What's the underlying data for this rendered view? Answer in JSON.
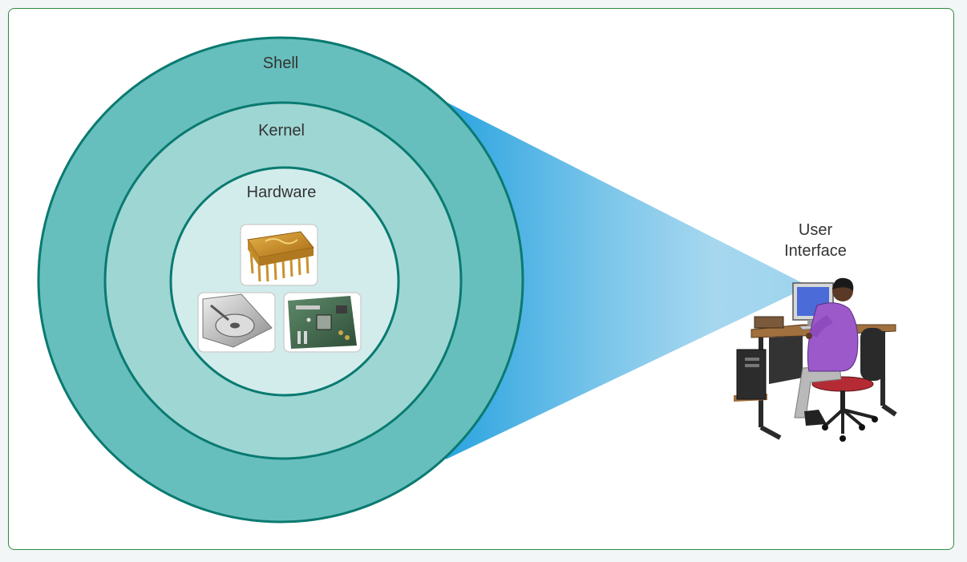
{
  "diagram": {
    "layers": [
      {
        "id": "shell",
        "label": "Shell"
      },
      {
        "id": "kernel",
        "label": "Kernel"
      },
      {
        "id": "hardware",
        "label": "Hardware"
      }
    ],
    "user_interface": {
      "line1": "User",
      "line2": "Interface"
    },
    "colors": {
      "shell_fill": "#67bfbd",
      "kernel_fill": "#9ed6d4",
      "hardware_fill": "#d2ecec",
      "ring_stroke": "#0a7a70",
      "beam_dark": "#2ba4e0",
      "beam_light": "#a6d7ef",
      "frame_border": "#2e8b3e"
    },
    "icons": [
      "cpu-chip-icon",
      "hard-disk-icon",
      "motherboard-icon",
      "person-at-computer-icon"
    ]
  }
}
